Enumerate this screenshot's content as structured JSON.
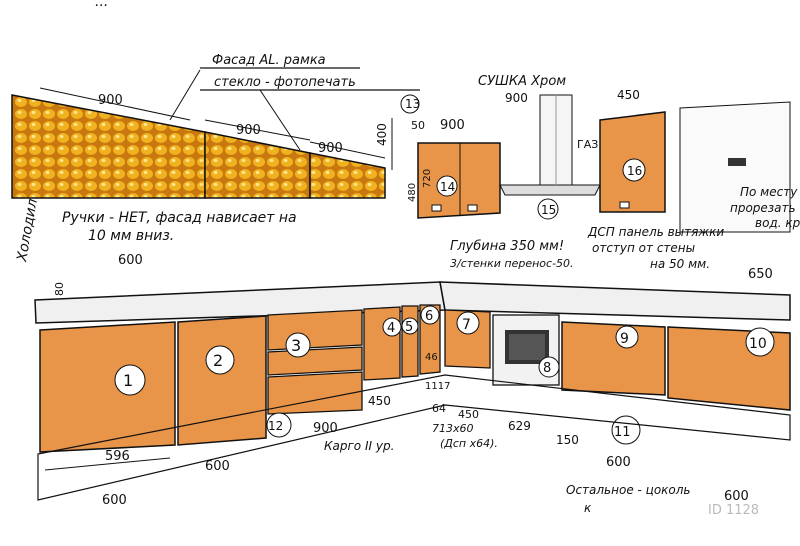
{
  "drawing": {
    "top_note_fragment": "...",
    "facade_note_line1": "Фасад AL. рамка",
    "facade_note_line2": "стекло - фотопечать",
    "handles_note_line1": "Ручки - НЕТ, фасад нависает на",
    "handles_note_line2": "10 мм вниз.",
    "fridge_label": "Холодил",
    "dryer_label": "СУШКА Хром",
    "gas_label": "ГАЗ",
    "depth_note": "Глубина 350 мм!",
    "depth_note_2": "3/стенки перенос-50.",
    "dsp_note_line1": "ДСП панель вытяжки",
    "dsp_note_line2": "отступ от стены",
    "dsp_note_line3": "на 50 мм.",
    "cut_note_line1": "По месту",
    "cut_note_line2": "прорезать",
    "cut_note_line3": "вод. кран",
    "cargo_label": "Карго II ур.",
    "corner_note": "713x60",
    "corner_note_2": "(Дсп x64).",
    "remaining_note_line1": "Остальное - цоколь",
    "remaining_note_line2": "к",
    "watermark": "ID 1128"
  },
  "dimensions": {
    "upper_900_a": "900",
    "upper_900_b": "900",
    "upper_900_c": "900",
    "upper_400": "400",
    "upper_50": "50",
    "upper_900_d": "900",
    "upper_900_e": "900",
    "upper_450": "450",
    "upper_720": "720",
    "upper_480": "480",
    "base_600_top": "600",
    "base_80": "80",
    "base_596": "596",
    "base_600_bottom1": "600",
    "base_600_bottom2": "600",
    "base_900": "900",
    "base_450": "450",
    "base_64": "64",
    "base_450_b": "450",
    "base_629": "629",
    "base_150": "150",
    "base_600_r1": "600",
    "base_600_r2": "600",
    "base_650": "650",
    "base_46": "46",
    "base_1117": "1117"
  },
  "modules": [
    "1",
    "2",
    "3",
    "4",
    "5",
    "6",
    "7",
    "8",
    "9",
    "10",
    "11",
    "12",
    "13",
    "14",
    "15",
    "16"
  ],
  "colors": {
    "facade": "#E8954A",
    "facade_dark": "#C9742F",
    "corn": "#E0A020",
    "ink": "#111111"
  }
}
